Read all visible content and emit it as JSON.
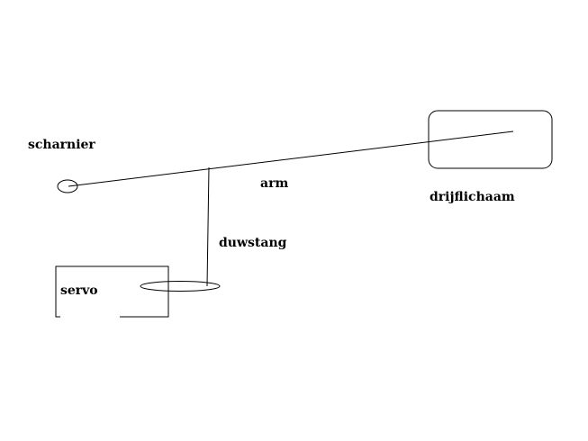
{
  "labels": {
    "hinge": "scharnier",
    "arm": "arm",
    "float": "drijflichaam",
    "push_rod": "duwstang",
    "servo": "servo"
  },
  "colors": {
    "background": "#ffffff",
    "stroke": "#000000"
  }
}
